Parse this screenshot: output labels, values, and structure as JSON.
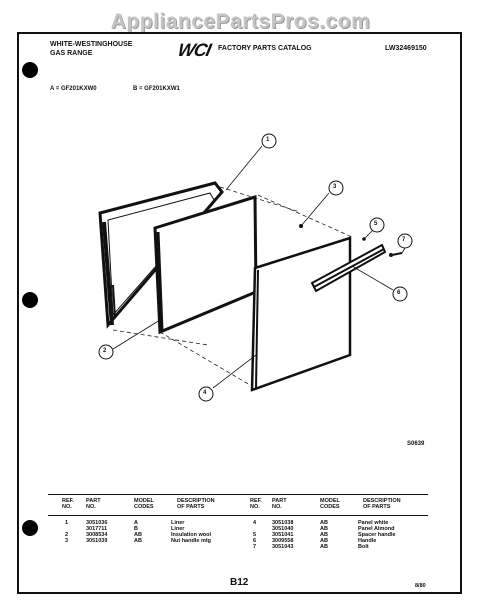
{
  "watermark": "AppliancePartsPros.com",
  "header": {
    "brand_line1": "WHITE-WESTINGHOUSE",
    "brand_line2": "GAS RANGE",
    "logo": "WCI",
    "catalog_title": "FACTORY PARTS CATALOG",
    "catalog_number": "LW32469150",
    "model_a": "A = GF201KXW0",
    "model_b": "B = GF201KXW1"
  },
  "diagram": {
    "callouts": [
      "1",
      "2",
      "3",
      "4",
      "5",
      "6",
      "7"
    ],
    "figure_code": "S0639"
  },
  "parts_table": {
    "headers_left": [
      {
        "line1": "REF.",
        "line2": "NO."
      },
      {
        "line1": "PART",
        "line2": "NO."
      },
      {
        "line1": "MODEL",
        "line2": "CODES"
      },
      {
        "line1": "DESCRIPTION",
        "line2": "OF PARTS"
      }
    ],
    "headers_right": [
      {
        "line1": "REF.",
        "line2": "NO."
      },
      {
        "line1": "PART",
        "line2": "NO."
      },
      {
        "line1": "MODEL",
        "line2": "CODES"
      },
      {
        "line1": "DESCRIPTION",
        "line2": "OF PARTS"
      }
    ],
    "rows_left": [
      {
        "ref": "1",
        "part": "3051036",
        "model": "A",
        "desc": "Liner"
      },
      {
        "ref": "",
        "part": "3017711",
        "model": "B",
        "desc": "Liner"
      },
      {
        "ref": "2",
        "part": "3008534",
        "model": "AB",
        "desc": "Insulation wool"
      },
      {
        "ref": "3",
        "part": "3051039",
        "model": "AB",
        "desc": "Nut handle mtg"
      }
    ],
    "rows_right": [
      {
        "ref": "4",
        "part": "3051038",
        "model": "AB",
        "desc": "Panel white"
      },
      {
        "ref": "",
        "part": "3051040",
        "model": "AB",
        "desc": "Panel Almond"
      },
      {
        "ref": "5",
        "part": "3051041",
        "model": "AB",
        "desc": "Spacer handle"
      },
      {
        "ref": "6",
        "part": "3009558",
        "model": "AB",
        "desc": "Handle"
      },
      {
        "ref": "7",
        "part": "3051043",
        "model": "AB",
        "desc": "Bolt"
      }
    ]
  },
  "footer": {
    "page_label": "B12",
    "code": "8/80"
  }
}
